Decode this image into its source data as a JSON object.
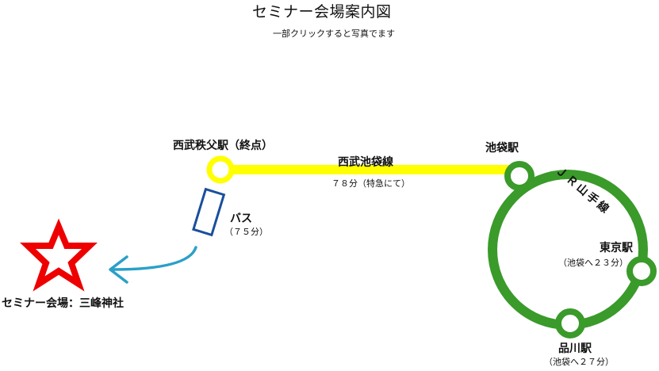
{
  "title": "セミナー会場案内図",
  "subtitle": "一部クリックすると写真でます",
  "stations": {
    "chichibu": "西武秩父駅（終点）",
    "ikebukuro": "池袋駅",
    "tokyo": "東京駅",
    "tokyo_note": "（池袋へ２３分）",
    "shinagawa": "品川駅",
    "shinagawa_note": "（池袋へ２７分）"
  },
  "lines": {
    "seibu_name": "西武池袋線",
    "seibu_time": "７８分（特急にて）",
    "jr_name": "ＪＲ山手線"
  },
  "bus": {
    "label": "バス",
    "time": "（７５分）"
  },
  "venue": {
    "label": "セミナー会場：三峰神社"
  },
  "colors": {
    "seibu_line": "#ffff00",
    "jr_line": "#3a9a2a",
    "bus_outline": "#1a4f9c",
    "arrow": "#2aa0c8",
    "star": "#ee0000"
  }
}
